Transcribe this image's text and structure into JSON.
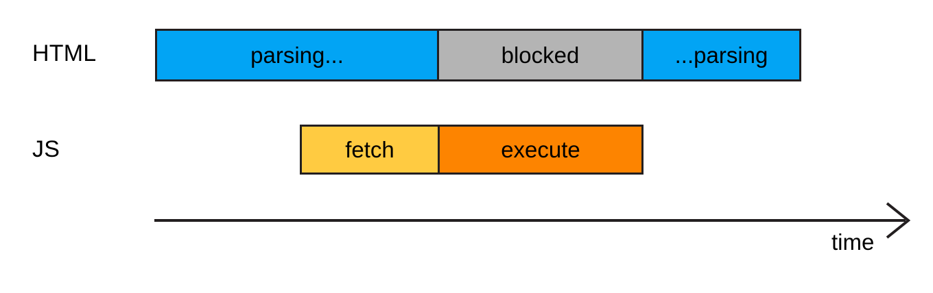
{
  "diagram": {
    "title": "HTML parsing blocked by synchronous JavaScript timeline",
    "background_color": "#FFFFFF",
    "stroke_color": "#231F20",
    "rows": [
      {
        "label": "HTML",
        "segments": [
          {
            "label": "parsing...",
            "color": "#02A4F4",
            "name": "html-parsing-start"
          },
          {
            "label": "blocked",
            "color": "#B4B4B4",
            "name": "html-blocked"
          },
          {
            "label": "...parsing",
            "color": "#02A4F4",
            "name": "html-parsing-resume"
          }
        ]
      },
      {
        "label": "JS",
        "segments": [
          {
            "label": "fetch",
            "color": "#FFCB41",
            "name": "js-fetch"
          },
          {
            "label": "execute",
            "color": "#FD8400",
            "name": "js-execute"
          }
        ]
      }
    ],
    "axis": {
      "label": "time",
      "direction": "left-to-right",
      "arrow_color": "#231F20"
    }
  }
}
